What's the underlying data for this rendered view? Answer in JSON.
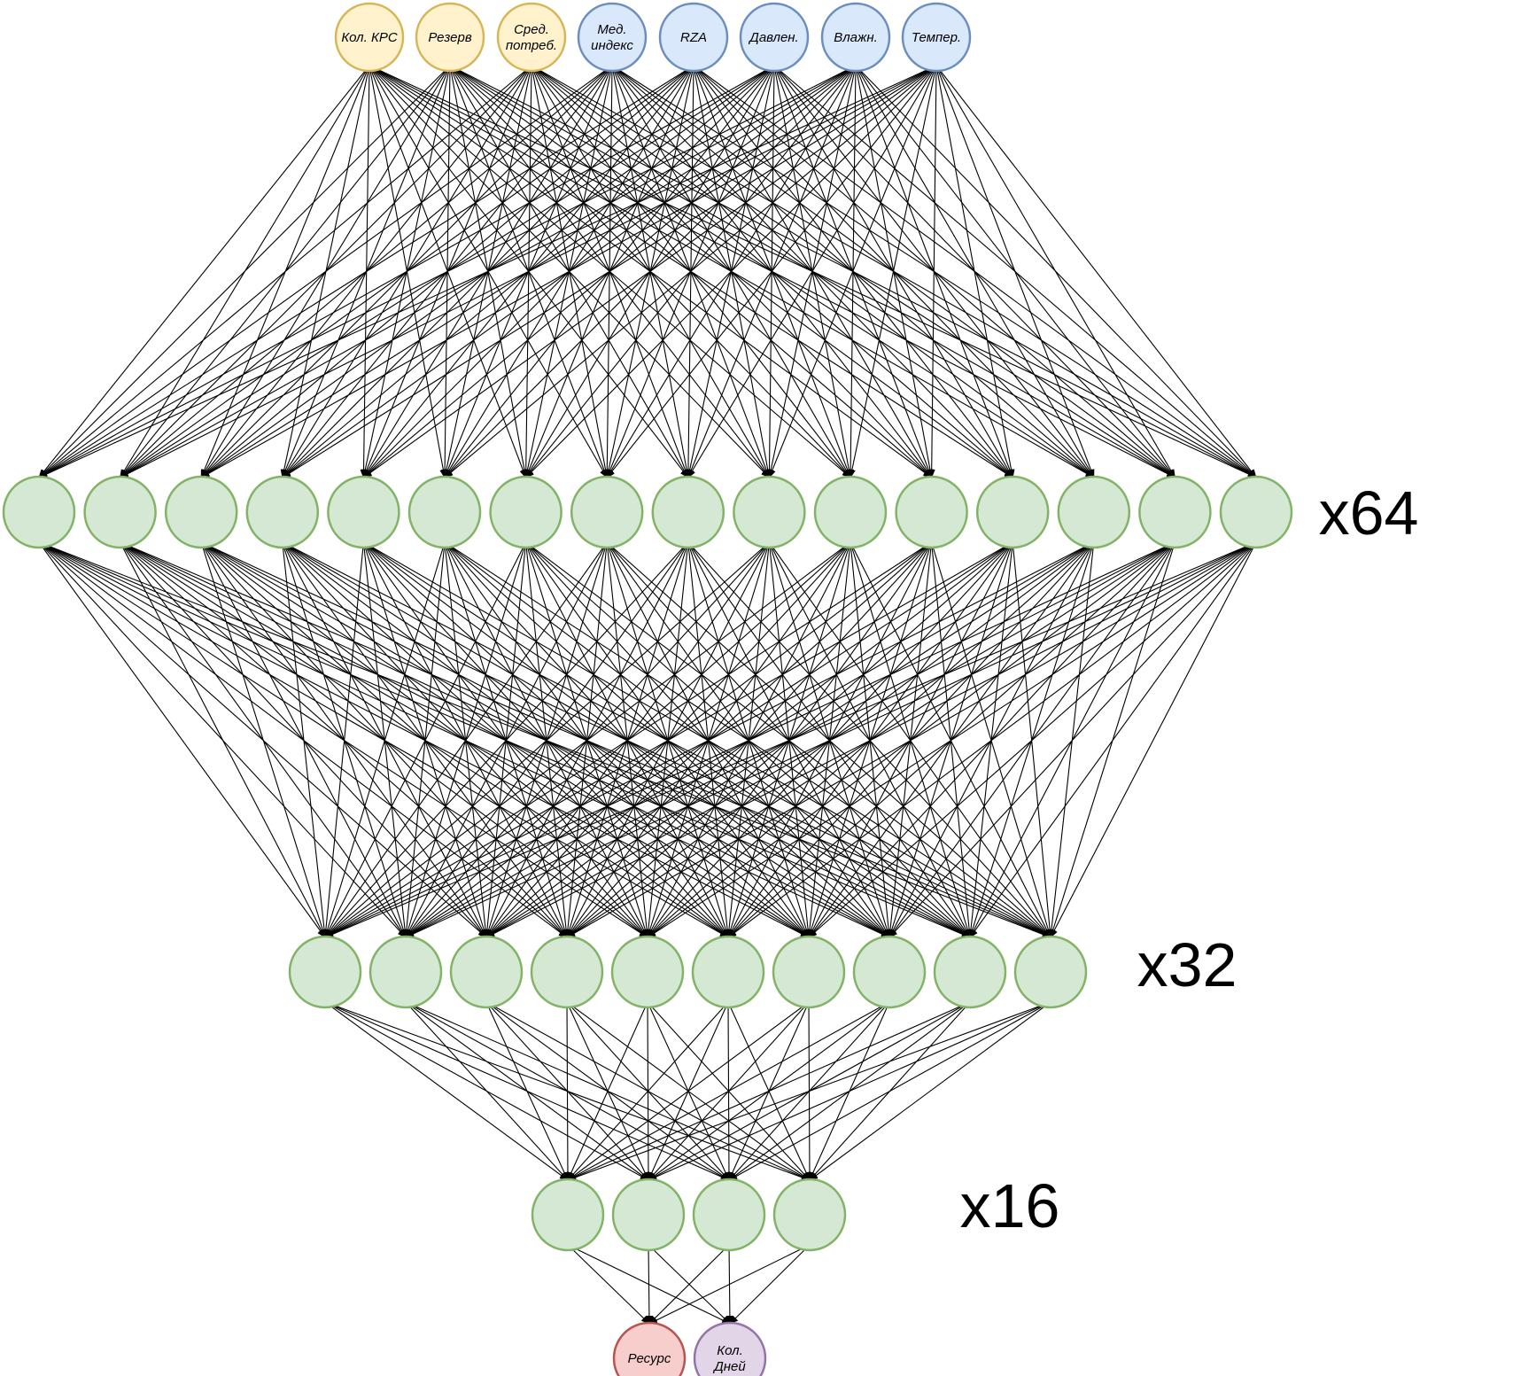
{
  "colors": {
    "input_feature_fill": "#fff2cc",
    "input_feature_stroke": "#d6b656",
    "input_env_fill": "#dae8fc",
    "input_env_stroke": "#6c8ebf",
    "hidden_fill": "#d5e8d4",
    "hidden_stroke": "#82b366",
    "output_resource_fill": "#f8cecc",
    "output_resource_stroke": "#b85450",
    "output_days_fill": "#e1d5e7",
    "output_days_stroke": "#9673a6",
    "edge": "#000000"
  },
  "input_layer": {
    "nodes": [
      {
        "lines": [
          "Кол. КРС"
        ],
        "color_group": "feature"
      },
      {
        "lines": [
          "Резерв"
        ],
        "color_group": "feature"
      },
      {
        "lines": [
          "Сред.",
          "потреб."
        ],
        "color_group": "feature"
      },
      {
        "lines": [
          "Мед.",
          "индекс"
        ],
        "color_group": "env"
      },
      {
        "lines": [
          "RZA"
        ],
        "color_group": "env"
      },
      {
        "lines": [
          "Давлен."
        ],
        "color_group": "env"
      },
      {
        "lines": [
          "Влажн."
        ],
        "color_group": "env"
      },
      {
        "lines": [
          "Темпер."
        ],
        "color_group": "env"
      }
    ]
  },
  "hidden_layers": [
    {
      "multiplier_label": "x64",
      "drawn_nodes": 16
    },
    {
      "multiplier_label": "x32",
      "drawn_nodes": 10
    },
    {
      "multiplier_label": "x16",
      "drawn_nodes": 4
    }
  ],
  "output_layer": {
    "nodes": [
      {
        "lines": [
          "Ресурс"
        ],
        "color_group": "resource"
      },
      {
        "lines": [
          "Кол.",
          "Дней"
        ],
        "color_group": "days"
      }
    ]
  },
  "connectivity": "fully-connected"
}
